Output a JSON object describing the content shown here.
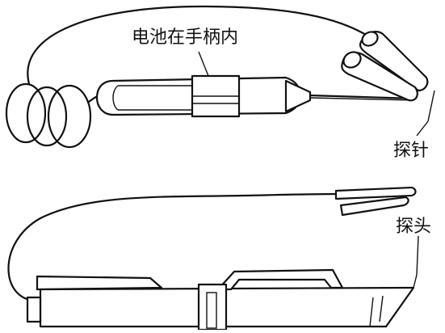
{
  "labels": {
    "battery_in_handle": "电池在手柄内",
    "probe_needle": "探针",
    "probe_head": "探头"
  },
  "colors": {
    "ink": "#111111",
    "background": "#ffffff"
  }
}
